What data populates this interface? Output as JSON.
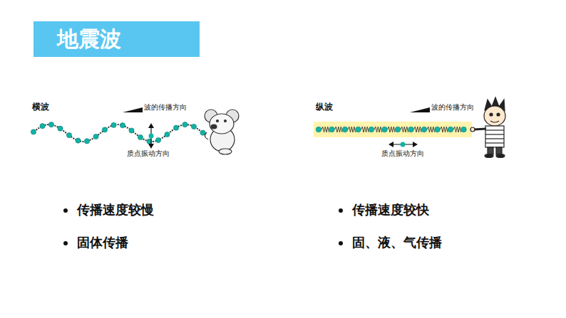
{
  "diagram": {
    "title": "地震波",
    "labels": [
      "横波",
      "波的传播方向",
      "质点振动方向",
      "纵波",
      "波的传播方向",
      "质点振动方向",
      "传播速度较慢",
      "固体传播",
      "传播速度较快",
      "固、液、气传播"
    ]
  }
}
